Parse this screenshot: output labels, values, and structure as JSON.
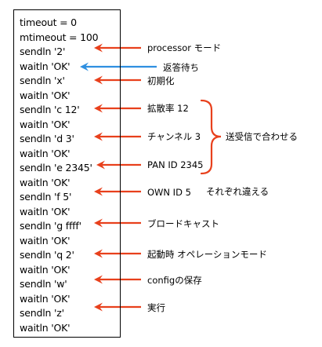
{
  "script_lines": [
    "timeout = 0",
    "mtimeout = 100",
    "sendln '2'",
    "waitln 'OK'",
    "sendln 'x'",
    "waitln 'OK'",
    "sendln 'c 12'",
    "waitln 'OK'",
    "sendln 'd 3'",
    "waitln 'OK'",
    "sendln 'e 2345'",
    "waitln 'OK'",
    "sendln 'f 5'",
    "waitln 'OK'",
    "sendln 'g ffff'",
    "waitln 'OK'",
    "sendln 'q 2'",
    "waitln 'OK'",
    "sendln 'w'",
    "waitln 'OK'",
    "sendln 'z'",
    "waitln 'OK'"
  ],
  "annotations": {
    "processor_mode": "processor モード",
    "response_wait": "返答待ち",
    "init": "初期化",
    "spread_rate": "拡散率 12",
    "channel": "チャンネル 3",
    "pan_id": "PAN ID 2345",
    "own_id": "OWN ID 5",
    "broadcast": "ブロードキャスト",
    "startup_mode": "起動時  オペレーションモード",
    "config_save": "configの保存",
    "execute": "実行",
    "tx_rx_match": "送受信で合わせる",
    "each_differ": "それぞれ違える"
  },
  "colors": {
    "send_arrow": "#e8401c",
    "wait_arrow": "#2f8fe0",
    "brace": "#e8401c",
    "box_border": "#000000"
  }
}
